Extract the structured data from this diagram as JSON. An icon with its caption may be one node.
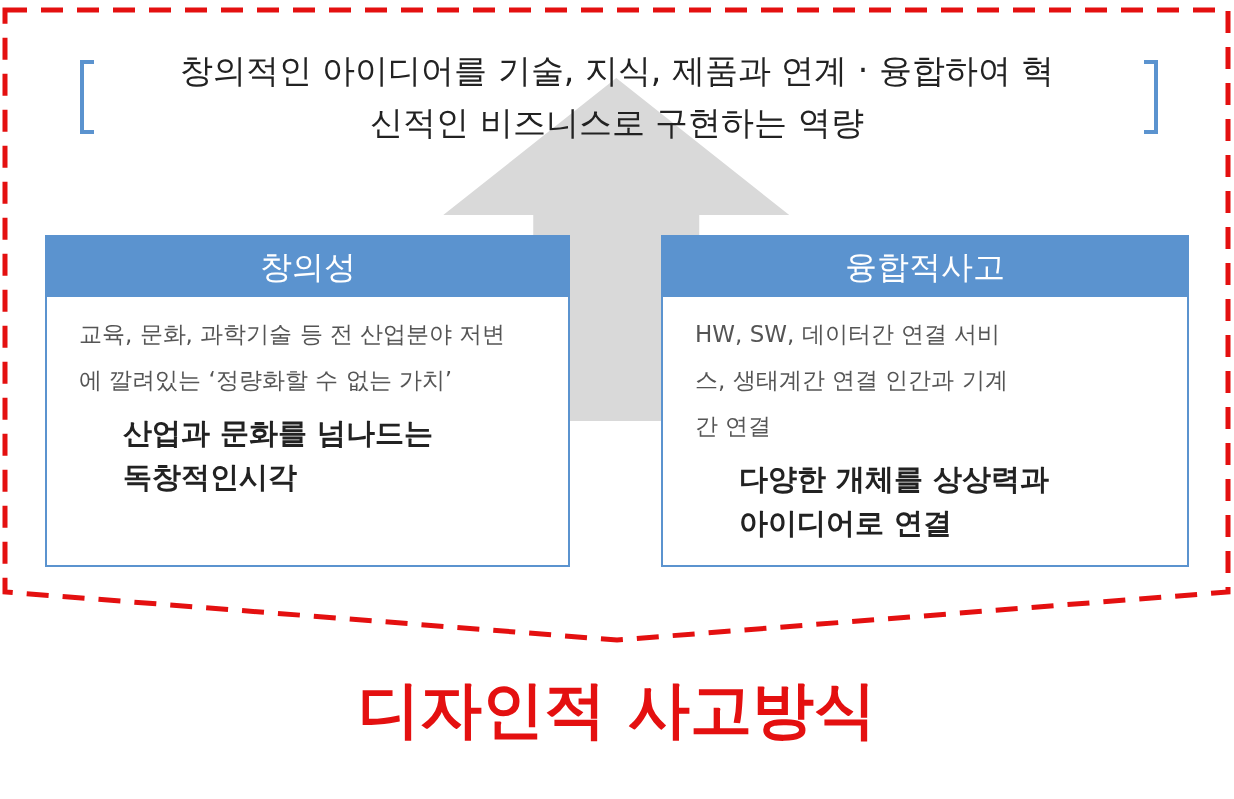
{
  "diagram": {
    "nodes": [
      {
        "text": [
          "창의적인 아이디어를 기술, 지식, 제품과 연계 · 융합하여 혁신적인 비즈니스로 구현하는 역량"
        ]
      },
      {
        "text": [
          "창의성",
          "교육, 문화, 과학기술 등 전 산업분야 저변에 깔려있는 ‘정량화할 수 없는 가치’",
          "산업과 문화를 넘나드는 독창적인시각"
        ]
      },
      {
        "text": [
          "융합적사고",
          "HW, SW, 데이터간 연결 서비스, 생태계간 연결 인간과 기계간 연결",
          "다양한 개체를 상상력과 아이디어로 연결"
        ]
      }
    ],
    "edges": [
      {
        "from": 1,
        "to": 0,
        "arrow": "to"
      },
      {
        "from": 2,
        "to": 0,
        "arrow": "to"
      }
    ],
    "caption": "디자인적 사고방식"
  }
}
